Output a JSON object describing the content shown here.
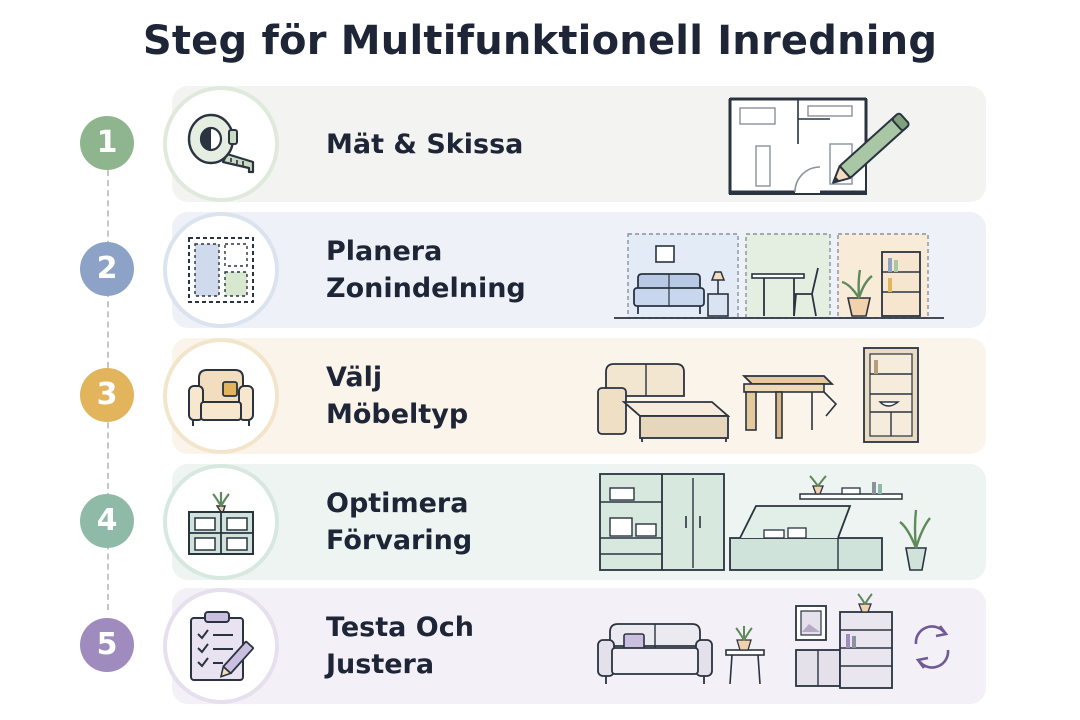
{
  "title": "Steg för Multifunktionell Inredning",
  "colors": {
    "step1": "#8fb58f",
    "step2": "#8ca3c7",
    "step3": "#e2b45c",
    "step4": "#8fbaa8",
    "step5": "#9f8bbd",
    "ink": "#1d2536"
  },
  "steps": [
    {
      "number": "1",
      "line1": "Mät & Skissa",
      "line2": "",
      "icon": "tape-measure-icon",
      "scene": "floor-plan-with-pencil"
    },
    {
      "number": "2",
      "line1": "Planera",
      "line2": "Zonindelning",
      "icon": "zone-grid-icon",
      "scene": "living-dining-storage-zones"
    },
    {
      "number": "3",
      "line1": "Välj",
      "line2": "Möbeltyp",
      "icon": "armchair-icon",
      "scene": "sofa-bed-folding-table-shelf"
    },
    {
      "number": "4",
      "line1": "Optimera",
      "line2": "Förvaring",
      "icon": "storage-shelf-icon",
      "scene": "cabinets-storage-bench"
    },
    {
      "number": "5",
      "line1": "Testa Och",
      "line2": "Justera",
      "icon": "checklist-icon",
      "scene": "finished-room-with-refresh"
    }
  ]
}
